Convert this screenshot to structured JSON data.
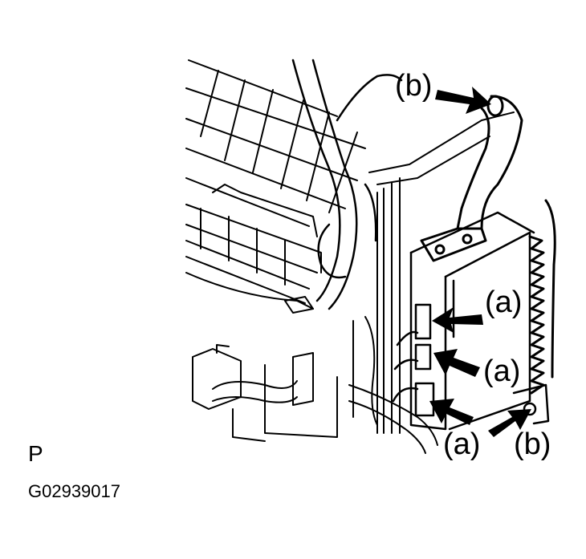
{
  "figure": {
    "view_letter": "P",
    "figure_code": "G02939017",
    "callouts": [
      {
        "id": "b-top",
        "label": "(b)",
        "target": "bracket bolt (upper)"
      },
      {
        "id": "a-1",
        "label": "(a)",
        "target": "connector (upper)"
      },
      {
        "id": "a-2",
        "label": "(a)",
        "target": "connector (middle)"
      },
      {
        "id": "a-3",
        "label": "(a)",
        "target": "connector (lower)"
      },
      {
        "id": "b-bottom",
        "label": "(b)",
        "target": "bracket bolt (lower)"
      }
    ]
  }
}
